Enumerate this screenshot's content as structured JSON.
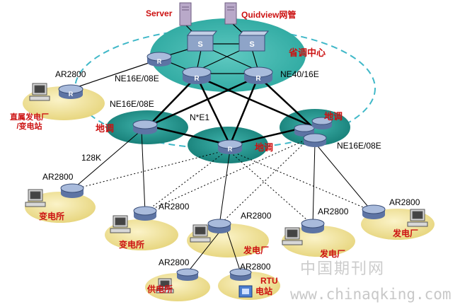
{
  "labels": {
    "server": "Server",
    "quidview": "Quidview网管",
    "province_center": "省调中心",
    "ne16e_top": "NE16E/08E",
    "ne40": "NE40/16E",
    "ne16e_left": "NE16E/08E",
    "ne16e_right": "NE16E/08E",
    "ne1": "N*E1",
    "k128": "128K",
    "ar_direct": "AR2800",
    "direct_plant": "直属发电厂\n/变电站",
    "diqu_left": "地调",
    "diqu_mid": "地调",
    "diqu_right": "地调",
    "ar1": "AR2800",
    "sub1": "变电所",
    "ar2": "AR2800",
    "sub2": "变电所",
    "ar3": "AR2800",
    "plant3": "发电厂",
    "ar4": "AR2800",
    "plant4": "发电厂",
    "ar5": "AR2800",
    "plant5": "发电厂",
    "ar6": "AR2800",
    "supply6": "供电所",
    "ar7": "AR2800",
    "rtu": "RTU",
    "rtu_station": "电站"
  },
  "watermark": {
    "cn": "中国期刊网",
    "url": "www.chinaqking.com"
  },
  "colors": {
    "teal": "#1e8f88",
    "router": "#8ea4c8",
    "site": "#f2e6a4",
    "label_red": "#cc1111"
  }
}
